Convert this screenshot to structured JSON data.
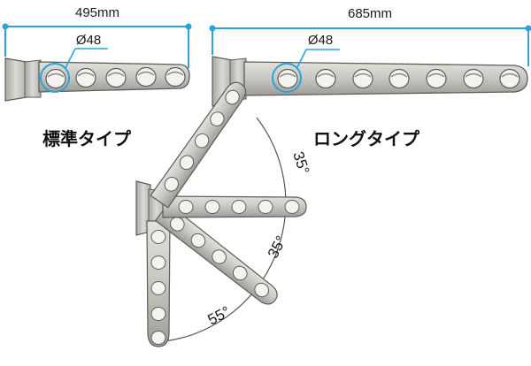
{
  "dimensions": {
    "standard_length": "495mm",
    "long_length": "685mm",
    "hole_diameter_standard": "Ø48",
    "hole_diameter_long": "Ø48"
  },
  "captions": {
    "standard_type": "標準タイプ",
    "long_type": "ロングタイプ"
  },
  "angles": {
    "upper": "35°",
    "middle": "35°",
    "lower": "55°"
  },
  "colors": {
    "dimension_line": "#2aa3d8",
    "arm_fill": "#c9c7c2",
    "arm_edge": "#5f5d59",
    "arc": "#555555"
  }
}
